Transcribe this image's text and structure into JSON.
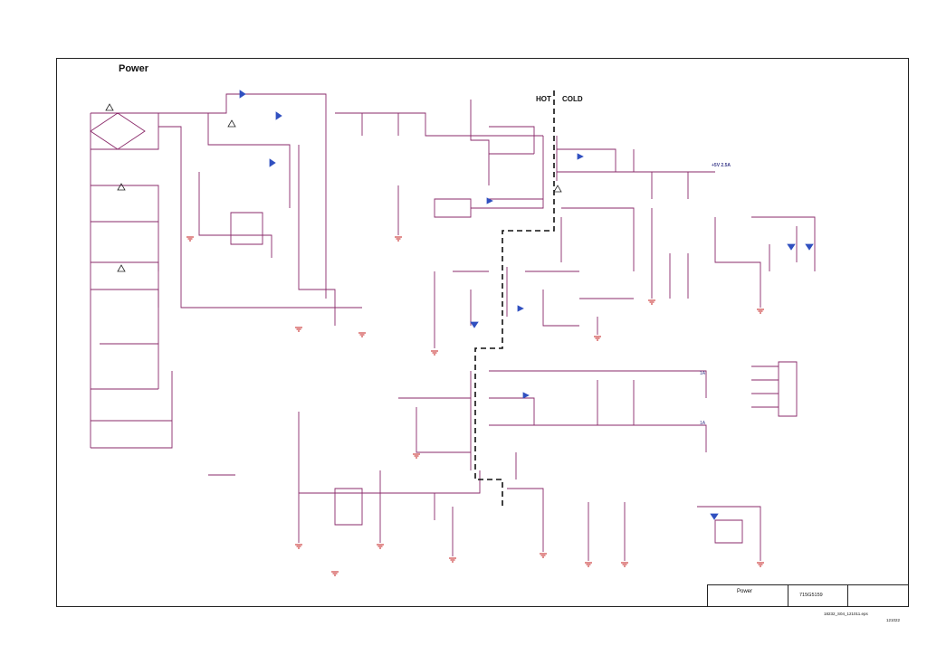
{
  "sheet": {
    "title": "Power",
    "hot_label": "HOT",
    "cold_label": "COLD",
    "title_block": {
      "name": "Power",
      "code": "715G5159"
    },
    "footer": {
      "file": "18232_S04_121011.eps",
      "date": "121022"
    },
    "outputs": {
      "main": "+5V 2.5A",
      "out_a": "1A",
      "out_b": "1A"
    }
  }
}
